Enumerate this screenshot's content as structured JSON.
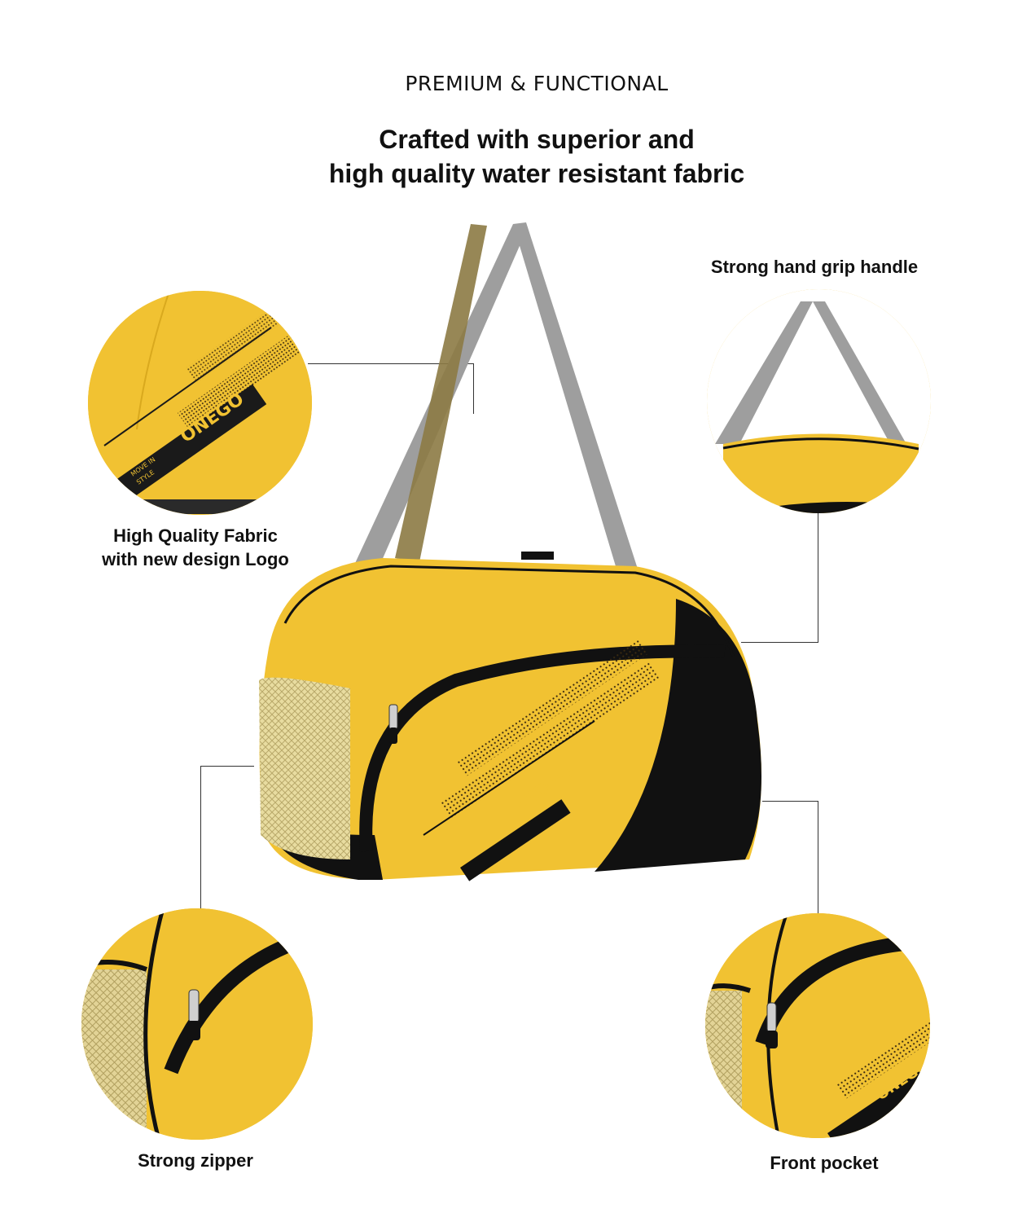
{
  "header": {
    "eyebrow": "PREMIUM & FUNCTIONAL",
    "headline_line1": "Crafted with superior and",
    "headline_line2": "high quality water resistant fabric"
  },
  "callouts": {
    "fabric_line1": "High Quality Fabric",
    "fabric_line2": "with new design Logo",
    "handle": "Strong hand grip handle",
    "zipper": "Strong zipper",
    "pocket": "Front pocket"
  },
  "brand": {
    "logo_text": "ONEGO",
    "tagline_line1": "MOVE IN",
    "tagline_line2": "STYLE"
  },
  "colors": {
    "bag_yellow": "#f1c232",
    "bag_black": "#111111",
    "strap_grey": "#9e9e9e",
    "mesh": "#d8c98a"
  }
}
